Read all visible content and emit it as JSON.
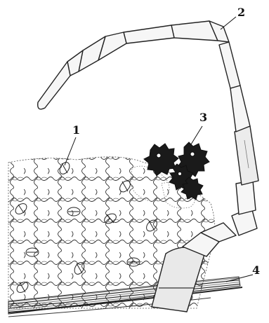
{
  "labels": [
    {
      "id": "1",
      "text": "1"
    },
    {
      "id": "2",
      "text": "2"
    },
    {
      "id": "3",
      "text": "3"
    },
    {
      "id": "4",
      "text": "4"
    }
  ],
  "colors": {
    "line": "#222222",
    "cell_fill": "#f6f6f6",
    "crystal": "#1a1a1a",
    "background": "#ffffff"
  }
}
